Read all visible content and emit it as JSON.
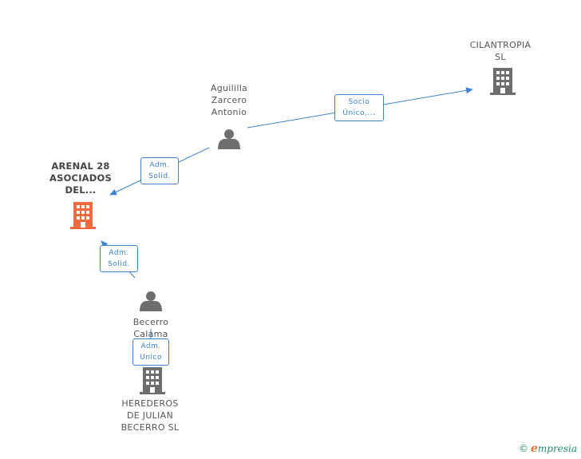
{
  "nodes": {
    "aguililla": {
      "lines": [
        "Aguililla",
        "Zarcero",
        "Antonio"
      ],
      "type": "person"
    },
    "cilantropia": {
      "lines": [
        "CILANTROPIA",
        "SL"
      ],
      "type": "company"
    },
    "arenal": {
      "lines": [
        "ARENAL 28",
        "ASOCIADOS",
        "DEL..."
      ],
      "type": "company",
      "focus": true
    },
    "becerro": {
      "lines": [
        "Becerro",
        "Calama"
      ],
      "type": "person"
    },
    "herederos": {
      "lines": [
        "HEREDEROS",
        "DE JULIAN",
        "BECERRO  SL"
      ],
      "type": "company"
    }
  },
  "edges": {
    "aguililla_cilantropia": {
      "lines": [
        "Socio",
        "Único,..."
      ]
    },
    "aguililla_arenal": {
      "lines": [
        "Adm.",
        "Solid."
      ]
    },
    "becerro_arenal": {
      "lines": [
        "Adm.",
        "Solid."
      ]
    },
    "becerro_herederos": {
      "lines": [
        "Adm.",
        "Unico"
      ]
    }
  },
  "colors": {
    "edge": "#3c84d2",
    "node_gray": "#6e6e6e",
    "node_focus": "#f26a3d"
  },
  "icons": {
    "person": "person-icon",
    "company": "building-icon"
  },
  "brand": {
    "copyright": "©",
    "initial": "e",
    "rest": "mpresia"
  }
}
